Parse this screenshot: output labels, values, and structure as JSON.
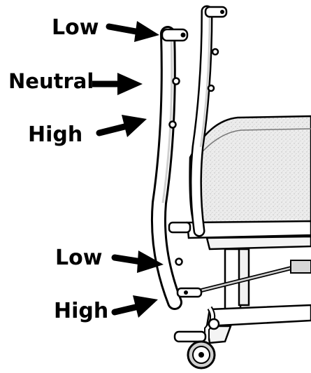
{
  "labels": {
    "low_top": "Low",
    "neutral": "Neutral",
    "high_top": "High",
    "low_bottom": "Low",
    "high_bottom": "High"
  },
  "colors": {
    "ink": "#000000",
    "mattress": "#e9e9e9",
    "frame_shadow": "#cfcfcf",
    "background": "#ffffff"
  }
}
